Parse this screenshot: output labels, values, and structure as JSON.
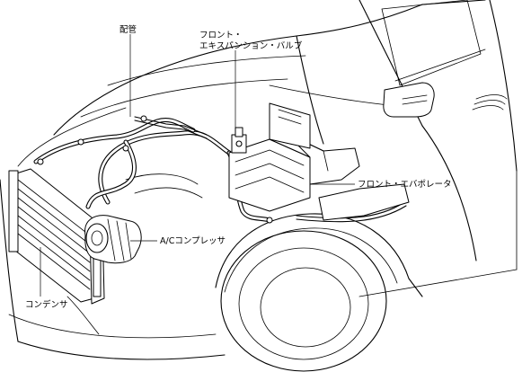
{
  "labels": {
    "piping": "配管",
    "front_expansion_valve_line1": "フロント・",
    "front_expansion_valve_line2": "エキスパンション・バルブ",
    "front_evaporator": "フロント・エバポレータ",
    "ac_compressor": "A/Cコンプレッサ",
    "condenser": "コンデンサ"
  }
}
